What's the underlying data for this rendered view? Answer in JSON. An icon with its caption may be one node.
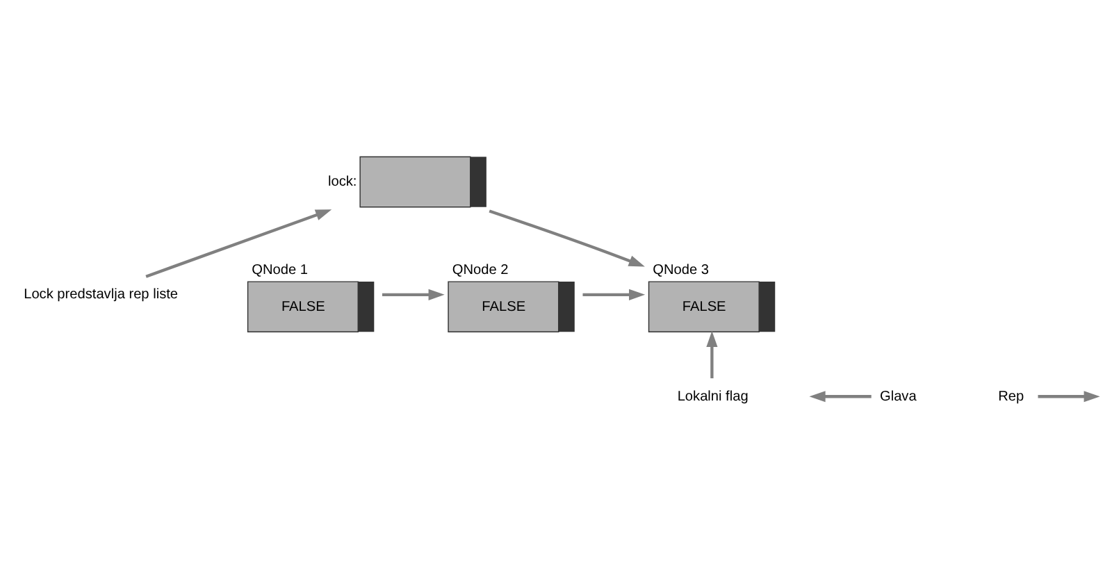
{
  "diagram": {
    "nodes": [
      {
        "text": [],
        "shape": "box",
        "beside": [
          "lock:"
        ]
      },
      {
        "text": [
          "Lock predstavlja rep liste"
        ]
      },
      {
        "text": [
          "QNode 1",
          "FALSE"
        ]
      },
      {
        "text": [
          "QNode 2",
          "FALSE"
        ]
      },
      {
        "text": [
          "QNode 3",
          "FALSE"
        ]
      },
      {
        "text": [
          "Lokalni flag"
        ]
      },
      {
        "text": [
          "Glava"
        ]
      },
      {
        "text": [
          "Rep"
        ]
      }
    ],
    "edges": [
      {
        "from": 0,
        "to": 4,
        "arrow": "to"
      },
      {
        "from": 1,
        "to": 0,
        "arrow": "to"
      },
      {
        "from": 2,
        "to": 3,
        "arrow": "to"
      },
      {
        "from": 3,
        "to": 4,
        "arrow": "to"
      },
      {
        "from": 5,
        "to": 4,
        "arrow": "to"
      },
      {
        "from": 6,
        "to": null,
        "arrow": "to"
      },
      {
        "from": 7,
        "to": null,
        "arrow": "to"
      }
    ]
  }
}
